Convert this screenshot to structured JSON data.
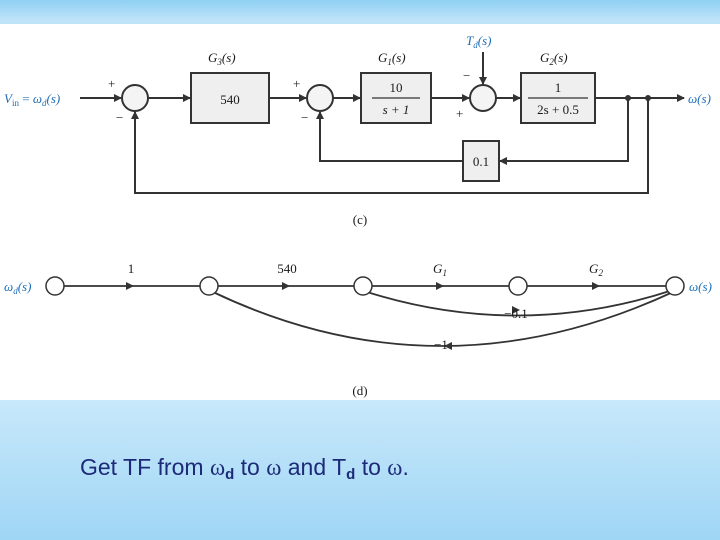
{
  "diagram_c": {
    "input_label": "V",
    "input_label_sub": "in",
    "input_eq": " = ",
    "input_omega": "ω",
    "input_omega_sub": "d",
    "input_arg": "(s)",
    "g3_label": "G",
    "g3_sub": "3",
    "g3_arg": "(s)",
    "g3_value": "540",
    "g1_label": "G",
    "g1_sub": "1",
    "g1_arg": "(s)",
    "g1_num": "10",
    "g1_den": "s + 1",
    "g2_label": "G",
    "g2_sub": "2",
    "g2_arg": "(s)",
    "g2_num": "1",
    "g2_den": "2s + 0.5",
    "td_label": "T",
    "td_sub": "d",
    "td_arg": "(s)",
    "feedback_gain": "0.1",
    "output_label": "ω(s)",
    "plus": "+",
    "minus": "−",
    "caption": "(c)"
  },
  "diagram_d": {
    "input_omega": "ω",
    "input_sub": "d",
    "input_arg": "(s)",
    "gain_1": "1",
    "gain_540": "540",
    "g1_label": "G",
    "g1_sub": "1",
    "g2_label": "G",
    "g2_sub": "2",
    "loop_inner": "−0.1",
    "loop_outer": "−1",
    "output_label": "ω(s)",
    "caption": "(d)"
  },
  "caption": {
    "part1": "Get TF from ",
    "omega1": "ω",
    "sub1": "d",
    "part2": " to ",
    "omega2": "ω",
    "part3": " and T",
    "sub2": "d",
    "part4": " to ",
    "omega3": "ω",
    "part5": "."
  },
  "colors": {
    "line": "#333333",
    "box_fill": "#f2f2f2",
    "label_blue": "#1f6fb8",
    "caption": "#1d2a7a"
  }
}
